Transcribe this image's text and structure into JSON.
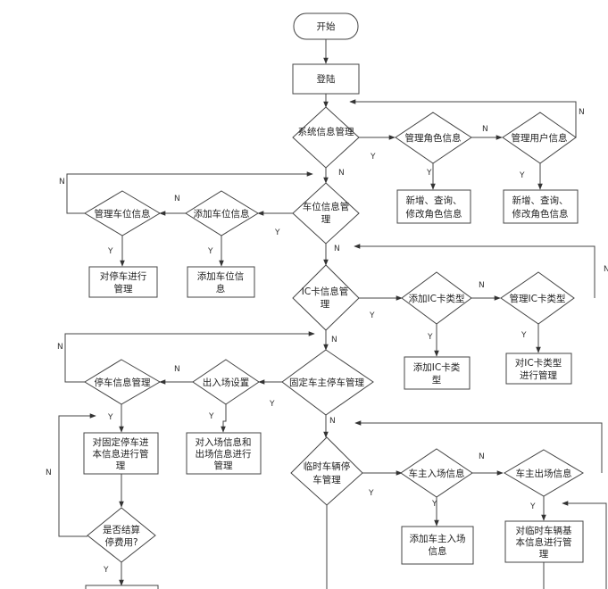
{
  "nodes": {
    "start": [
      "开始"
    ],
    "login": [
      "登陆"
    ],
    "sys_mgmt": [
      "系统信息管理"
    ],
    "role_mgmt": [
      "管理角色信息"
    ],
    "user_mgmt": [
      "管理用户信息"
    ],
    "role_crud": [
      "新增、查询、",
      "修改角色信息"
    ],
    "user_crud": [
      "新增、查询、",
      "修改角色信息"
    ],
    "spot_info": [
      "车位信息管",
      "理"
    ],
    "spot_add": [
      "添加车位信息"
    ],
    "spot_manage": [
      "管理车位信息"
    ],
    "spot_add_box": [
      "添加车位信",
      "息"
    ],
    "spot_manage_box": [
      "对停车进行",
      "管理"
    ],
    "ic_info": [
      "IC卡信息管",
      "理"
    ],
    "ic_add_type": [
      "添加IC卡类型"
    ],
    "ic_manage_type": [
      "管理IC卡类型"
    ],
    "ic_add_box": [
      "添加IC卡类",
      "型"
    ],
    "ic_manage_box": [
      "对IC卡类型",
      "进行管理"
    ],
    "fixed_owner": [
      "固定车主停车管理"
    ],
    "in_out_set": [
      "出入场设置"
    ],
    "park_info": [
      "停车信息管理"
    ],
    "in_out_box": [
      "对入场信息和",
      "出场信息进行",
      "管理"
    ],
    "fixed_basic_box": [
      "对固定停车进",
      "本信息进行管",
      "理"
    ],
    "settle_q": [
      "是否结算",
      "停费用?"
    ],
    "temp_vehicle": [
      "临时车辆停",
      "车管理"
    ],
    "owner_in": [
      "车主入场信息"
    ],
    "owner_out": [
      "车主出场信息"
    ],
    "owner_in_box": [
      "添加车主入场",
      "信息"
    ],
    "temp_basic_box": [
      "对临时车辆基",
      "本信息进行管",
      "理"
    ]
  },
  "edge_labels": {
    "yes": "Y",
    "no": "N"
  }
}
